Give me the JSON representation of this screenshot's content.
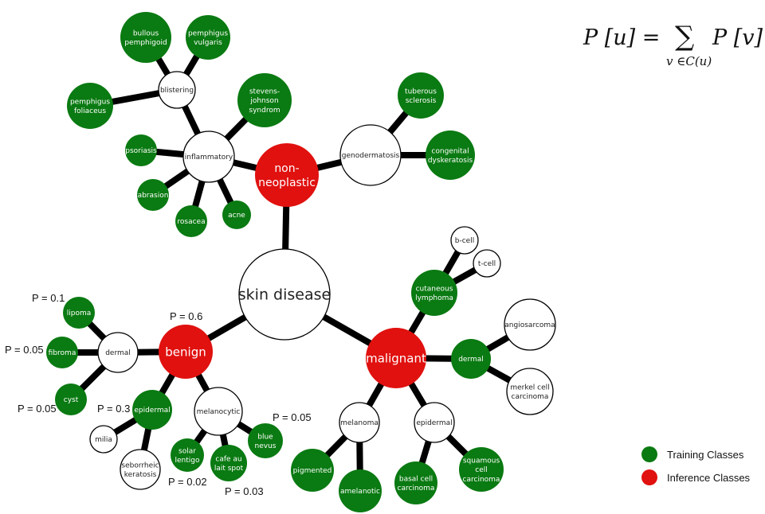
{
  "colors": {
    "training": "#0a7a12",
    "inference": "#e0110f",
    "untyped": "#ffffff",
    "edge": "#000000"
  },
  "formula": {
    "lhs": "P [u]  =",
    "sum": "∑",
    "sub": "v ∈C(u)",
    "rhs": "P [v]"
  },
  "legend": [
    {
      "label": "Training Classes",
      "type": "training"
    },
    {
      "label": "Inference Classes",
      "type": "inference"
    }
  ],
  "nodes": [
    {
      "id": "root",
      "label": "skin disease",
      "type": "untyped"
    },
    {
      "id": "nonneo",
      "label": "non-\nneoplastic",
      "type": "inference",
      "parent": "root"
    },
    {
      "id": "geno",
      "label": "genodermatosis",
      "type": "untyped",
      "parent": "nonneo"
    },
    {
      "id": "tuber",
      "label": "tuberous\nsclerosis",
      "type": "training",
      "parent": "geno"
    },
    {
      "id": "congen",
      "label": "congenital\ndyskeratosis",
      "type": "training",
      "parent": "geno"
    },
    {
      "id": "inflam",
      "label": "inflammatory",
      "type": "untyped",
      "parent": "nonneo"
    },
    {
      "id": "blister",
      "label": "blistering",
      "type": "untyped",
      "parent": "inflam"
    },
    {
      "id": "bullous",
      "label": "bullous\npemphigoid",
      "type": "training",
      "parent": "blister"
    },
    {
      "id": "pvulg",
      "label": "pemphigus\nvulgaris",
      "type": "training",
      "parent": "blister"
    },
    {
      "id": "pfol",
      "label": "pemphigus\nfoliaceus",
      "type": "training",
      "parent": "blister"
    },
    {
      "id": "sjs",
      "label": "stevens-\njohnson\nsyndrom",
      "type": "training",
      "parent": "inflam"
    },
    {
      "id": "psor",
      "label": "psoriasis",
      "type": "training",
      "parent": "inflam"
    },
    {
      "id": "abr",
      "label": "abrasion",
      "type": "training",
      "parent": "inflam"
    },
    {
      "id": "ros",
      "label": "rosacea",
      "type": "training",
      "parent": "inflam"
    },
    {
      "id": "acne",
      "label": "acne",
      "type": "training",
      "parent": "inflam"
    },
    {
      "id": "benign",
      "label": "benign",
      "type": "inference",
      "parent": "root"
    },
    {
      "id": "bderm",
      "label": "dermal",
      "type": "untyped",
      "parent": "benign"
    },
    {
      "id": "lipoma",
      "label": "lipoma",
      "type": "training",
      "parent": "bderm"
    },
    {
      "id": "fibroma",
      "label": "fibroma",
      "type": "training",
      "parent": "bderm"
    },
    {
      "id": "cyst",
      "label": "cyst",
      "type": "training",
      "parent": "bderm"
    },
    {
      "id": "bepi",
      "label": "epidermal",
      "type": "training",
      "parent": "benign"
    },
    {
      "id": "milia",
      "label": "milia",
      "type": "untyped",
      "parent": "bepi"
    },
    {
      "id": "seb",
      "label": "seborrheic\nkeratosis",
      "type": "untyped",
      "parent": "bepi"
    },
    {
      "id": "melano",
      "label": "melanocytic",
      "type": "untyped",
      "parent": "benign"
    },
    {
      "id": "solar",
      "label": "solar\nlentigo",
      "type": "training",
      "parent": "melano"
    },
    {
      "id": "cafe",
      "label": "cafe au\nlait spot",
      "type": "training",
      "parent": "melano"
    },
    {
      "id": "blue",
      "label": "blue\nnevus",
      "type": "training",
      "parent": "melano"
    },
    {
      "id": "malig",
      "label": "malignant",
      "type": "inference",
      "parent": "root"
    },
    {
      "id": "cutly",
      "label": "cutaneous\nlymphoma",
      "type": "training",
      "parent": "malig"
    },
    {
      "id": "bcell",
      "label": "b-cell",
      "type": "untyped",
      "parent": "cutly"
    },
    {
      "id": "tcell",
      "label": "t-cell",
      "type": "untyped",
      "parent": "cutly"
    },
    {
      "id": "mderm",
      "label": "dermal",
      "type": "training",
      "parent": "malig"
    },
    {
      "id": "angio",
      "label": "angiosarcoma",
      "type": "untyped",
      "parent": "mderm"
    },
    {
      "id": "merkel",
      "label": "merkel cell\ncarcinoma",
      "type": "untyped",
      "parent": "mderm"
    },
    {
      "id": "melanoma",
      "label": "melanoma",
      "type": "untyped",
      "parent": "malig"
    },
    {
      "id": "pigm",
      "label": "pigmented",
      "type": "training",
      "parent": "melanoma"
    },
    {
      "id": "amel",
      "label": "amelanotic",
      "type": "training",
      "parent": "melanoma"
    },
    {
      "id": "mepi",
      "label": "epidermal",
      "type": "untyped",
      "parent": "malig"
    },
    {
      "id": "basal",
      "label": "basal cell\ncarcinoma",
      "type": "training",
      "parent": "mepi"
    },
    {
      "id": "squam",
      "label": "squamous\ncell\ncarcinoma",
      "type": "training",
      "parent": "mepi"
    }
  ],
  "probabilities": [
    {
      "node": "lipoma",
      "text": "P = 0.1"
    },
    {
      "node": "fibroma",
      "text": "P = 0.05"
    },
    {
      "node": "cyst",
      "text": "P = 0.05"
    },
    {
      "node": "benign",
      "text": "P = 0.6"
    },
    {
      "node": "bepi",
      "text": "P = 0.3"
    },
    {
      "node": "solar",
      "text": "P = 0.02"
    },
    {
      "node": "cafe",
      "text": "P = 0.03"
    },
    {
      "node": "blue",
      "text": "P = 0.05"
    }
  ]
}
